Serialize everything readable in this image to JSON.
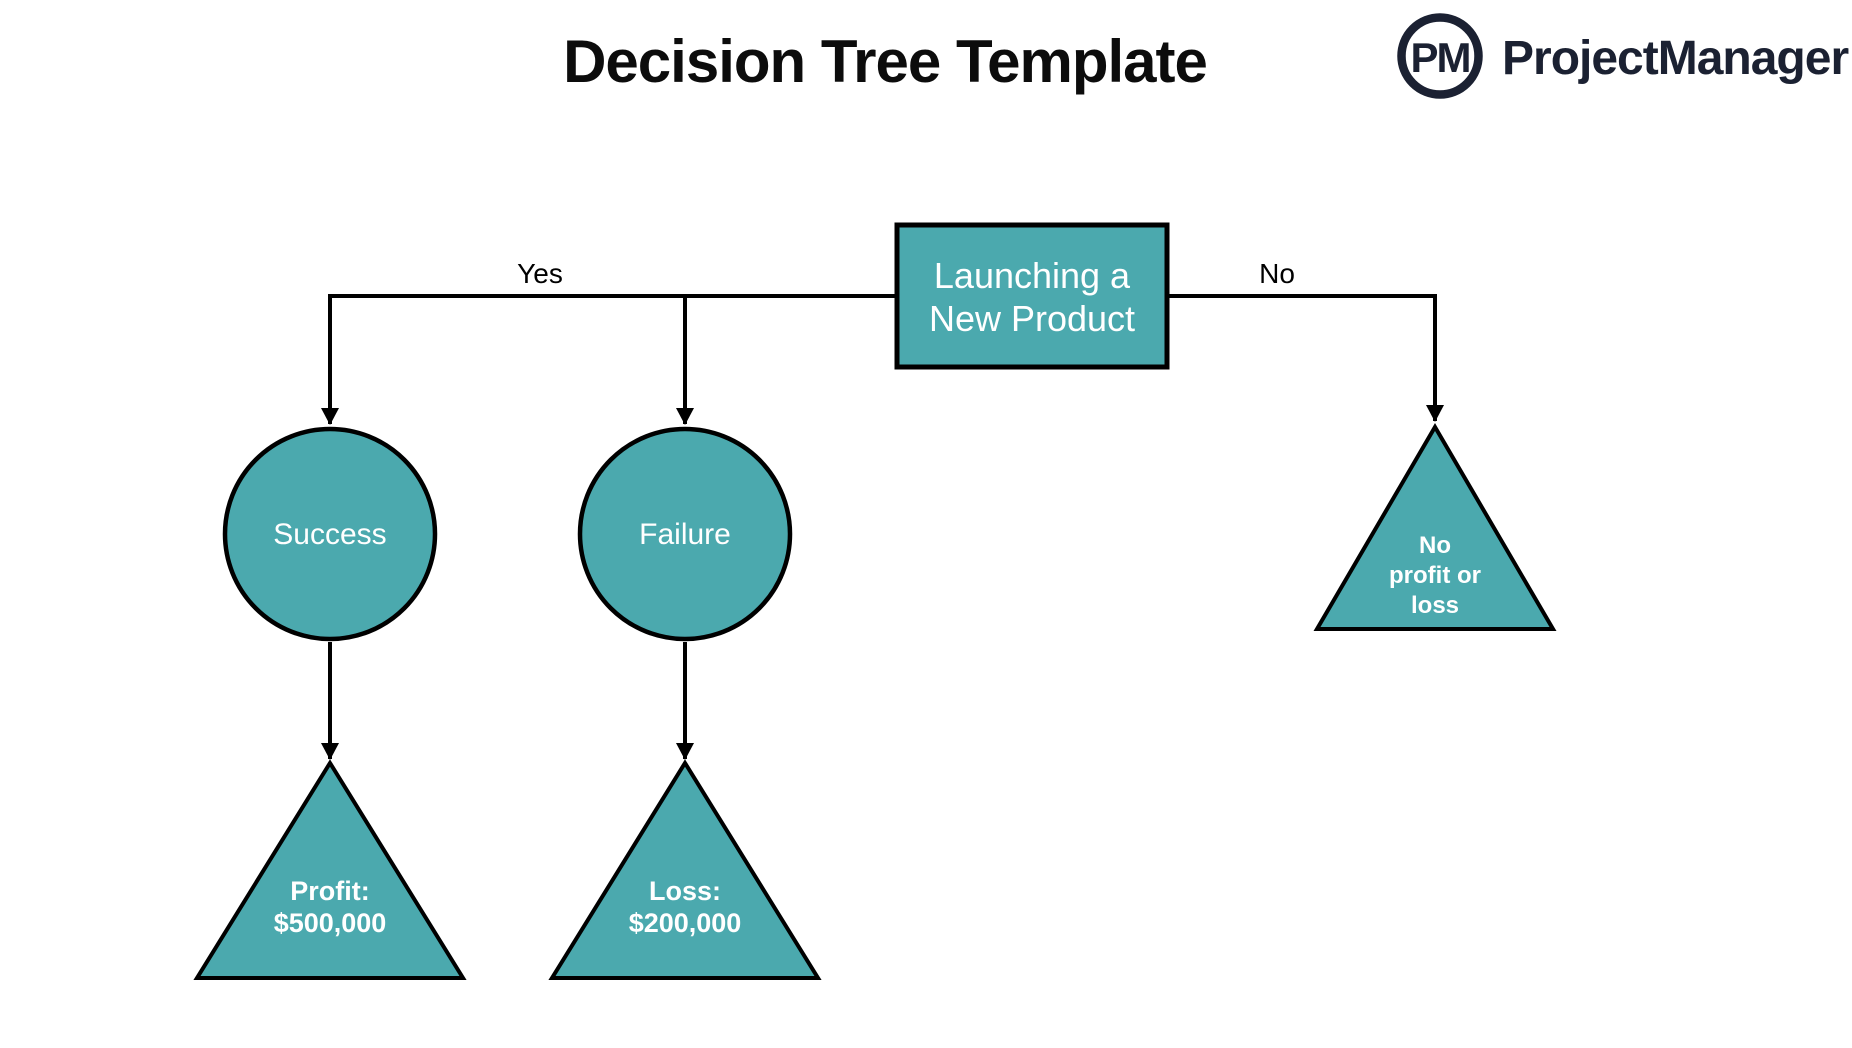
{
  "title": "Decision Tree Template",
  "brand": {
    "monogram": "PM",
    "name": "ProjectManager",
    "color": "#1b2132"
  },
  "colors": {
    "shape_fill": "#4ba9ae",
    "shape_stroke": "#000000",
    "shape_text": "#ffffff",
    "edge": "#000000",
    "background": "#ffffff"
  },
  "edges": {
    "yes": {
      "label": "Yes"
    },
    "no": {
      "label": "No"
    }
  },
  "nodes": {
    "decision": {
      "shape": "rectangle",
      "lines": [
        "Launching a",
        "New Product"
      ]
    },
    "success": {
      "shape": "circle",
      "label": "Success"
    },
    "failure": {
      "shape": "circle",
      "label": "Failure"
    },
    "profit": {
      "shape": "triangle",
      "lines": [
        "Profit:",
        "$500,000"
      ]
    },
    "loss": {
      "shape": "triangle",
      "lines": [
        "Loss:",
        "$200,000"
      ]
    },
    "no_profit_loss": {
      "shape": "triangle",
      "lines": [
        "No",
        "profit or",
        "loss"
      ]
    }
  }
}
